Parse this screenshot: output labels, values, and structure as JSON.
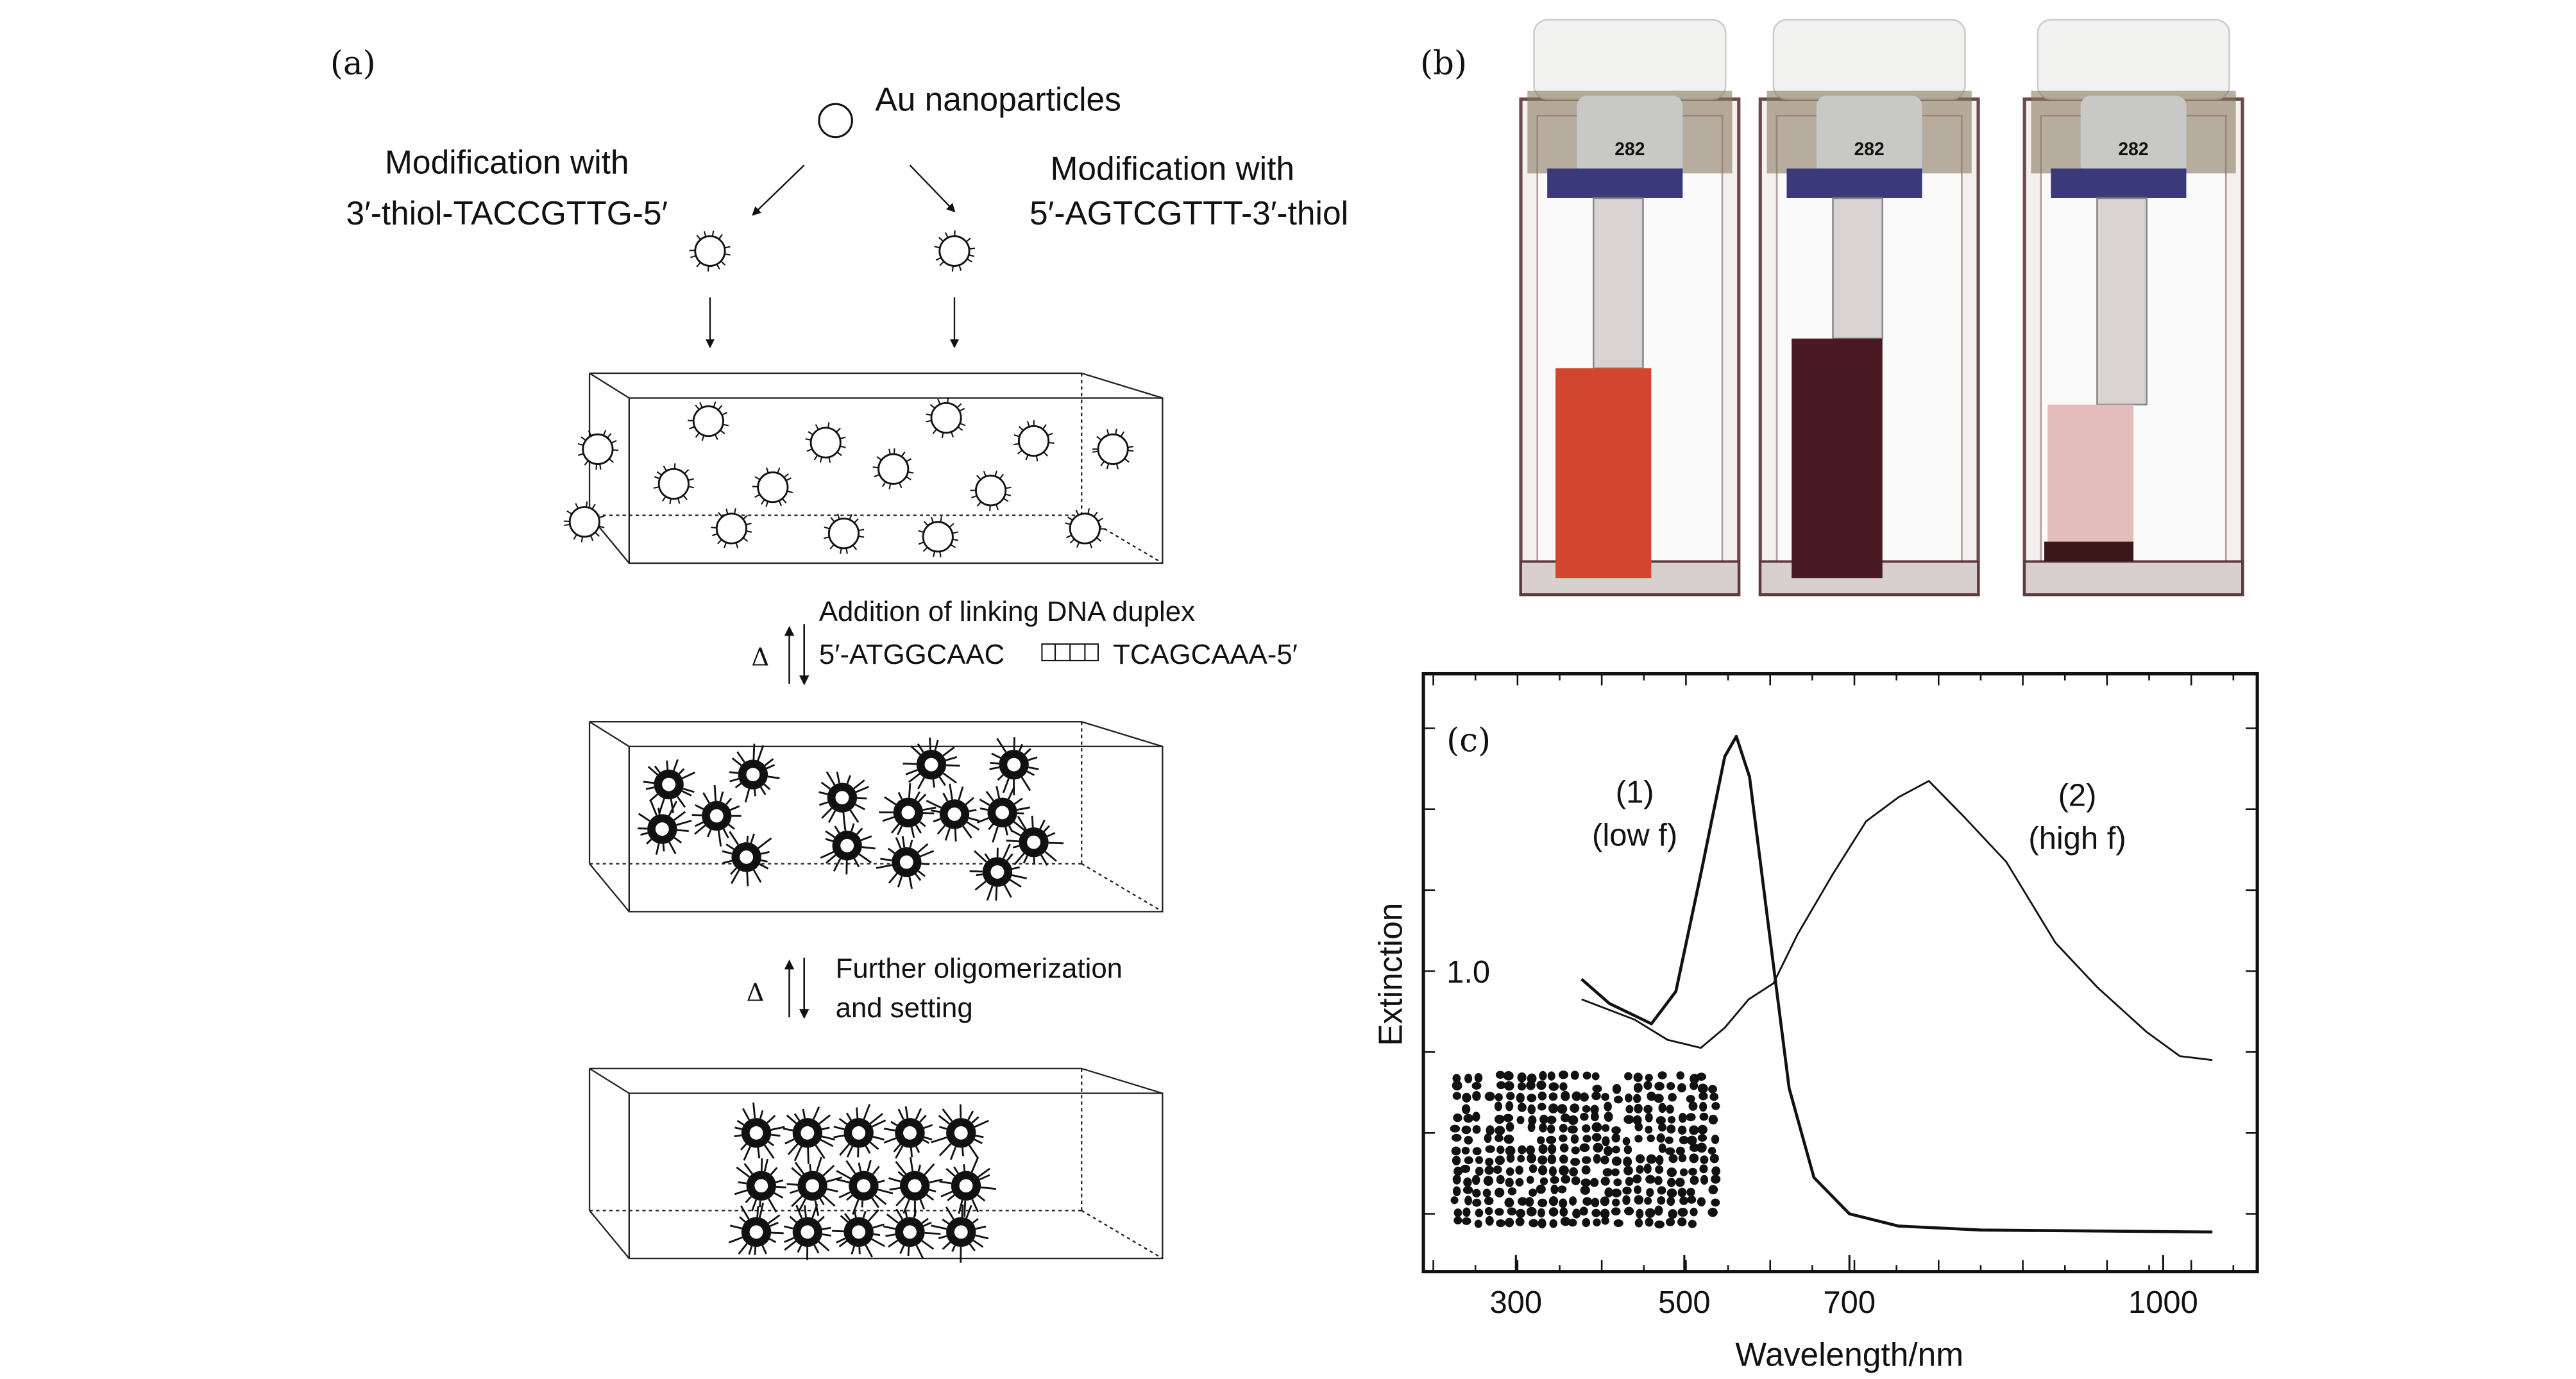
{
  "panel_a": {
    "label": "(a)",
    "au_label": "Au nanoparticles",
    "left_mod": [
      "Modification with",
      "3′-thiol-TACCGTTG-5′"
    ],
    "right_mod": [
      "Modification with",
      "5′-AGTCGTTT-3′-thiol"
    ],
    "step1": {
      "delta": "Δ",
      "line1": "Addition of linking DNA duplex",
      "seq_left": "5′-ATGGCAAC",
      "seq_right": "TCAGCAAA-5′"
    },
    "step2": {
      "delta": "Δ",
      "line1": "Further oligomerization",
      "line2": "and setting"
    }
  },
  "panel_b": {
    "label": "(b)",
    "cuvette_number": "282",
    "liquid_colors": [
      "#d2452f",
      "#4a1a22",
      "#e4bcbc"
    ],
    "sediment_color": "#3a1818"
  },
  "chart_data": {
    "type": "line",
    "panel_label": "(c)",
    "xlabel": "Wavelength/nm",
    "ylabel": "Extinction",
    "x_ticks": [
      300,
      500,
      700,
      1000
    ],
    "y_tick_labels": [
      {
        "value": 1.0,
        "text": "1.0"
      }
    ],
    "xlim": [
      190,
      1140
    ],
    "ylim": [
      0.26,
      1.73
    ],
    "grid": false,
    "series": [
      {
        "name": "(1) (low f)",
        "label_lines": [
          "(1)",
          "(low f)"
        ],
        "x": [
          378,
          411,
          461,
          490,
          520,
          549,
          563,
          579,
          602,
          627,
          657,
          700,
          747,
          826,
          1047
        ],
        "y": [
          0.98,
          0.92,
          0.87,
          0.95,
          1.24,
          1.53,
          1.58,
          1.48,
          1.11,
          0.71,
          0.49,
          0.4,
          0.37,
          0.36,
          0.355
        ]
      },
      {
        "name": "(2) (high f)",
        "label_lines": [
          "(2)",
          "(high f)"
        ],
        "x": [
          378,
          441,
          480,
          520,
          549,
          578,
          608,
          637,
          680,
          716,
          747,
          776,
          810,
          850,
          897,
          937,
          984,
          1016,
          1047
        ],
        "y": [
          0.93,
          0.88,
          0.83,
          0.81,
          0.86,
          0.93,
          0.97,
          1.09,
          1.24,
          1.37,
          1.43,
          1.47,
          1.38,
          1.27,
          1.07,
          0.96,
          0.85,
          0.79,
          0.78
        ]
      }
    ]
  }
}
